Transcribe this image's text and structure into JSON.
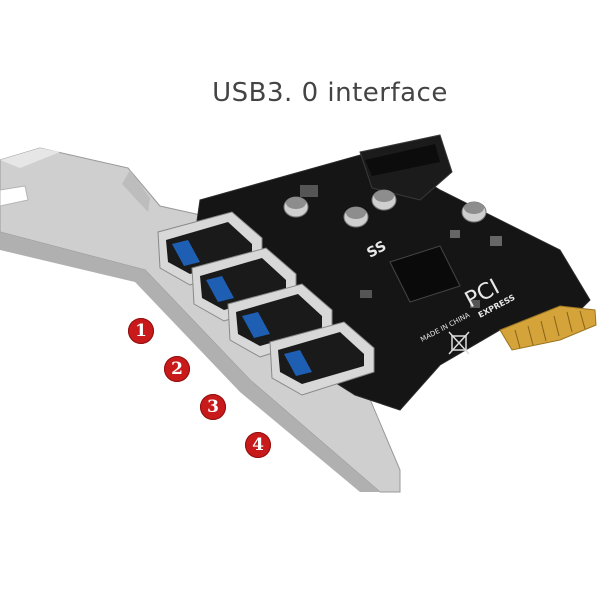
{
  "title": "USB3. 0 interface",
  "port_numbers": [
    "1",
    "2",
    "3",
    "4"
  ],
  "pcb_labels": {
    "ss_logo": "SS",
    "pci": "PCI",
    "express": "EXPRESS",
    "made_in": "MADE IN CHINA"
  },
  "colors": {
    "background": "#ffffff",
    "pcb": "#141414",
    "bracket": "#c9c9c9",
    "port_blue": "#1e5fb4",
    "gold_fingers": "#d4a33a",
    "badge_red": "#c81a1a"
  }
}
